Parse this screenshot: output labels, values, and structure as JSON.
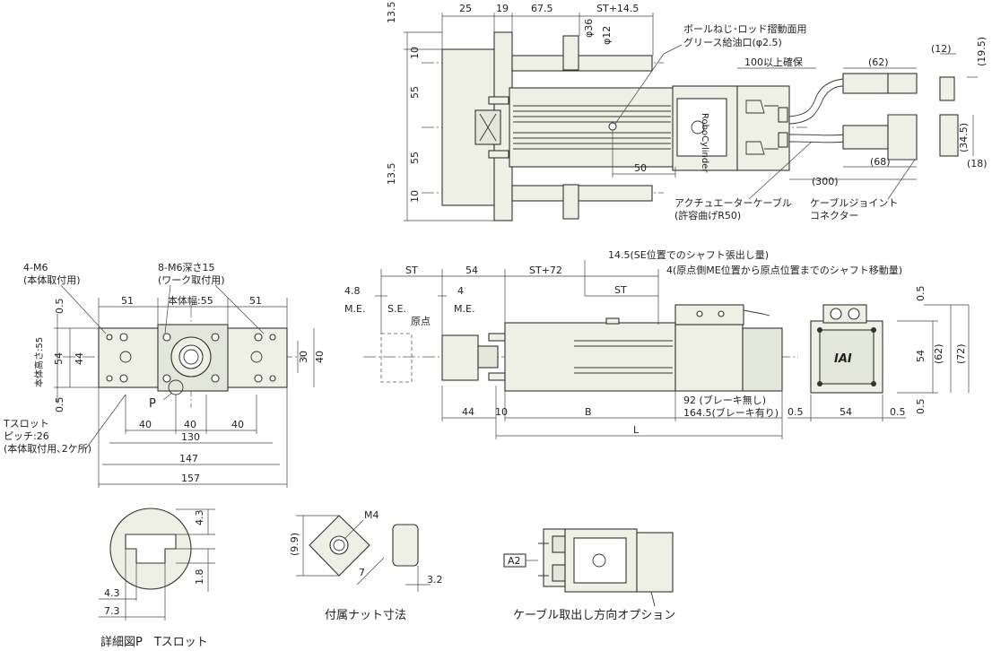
{
  "top_view": {
    "dims": [
      "13.5",
      "25",
      "19",
      "67.5",
      "ST+14.5",
      "φ36",
      "φ12",
      "10",
      "55",
      "55",
      "13.5",
      "10",
      "50",
      "100以上確保",
      "(62)",
      "(12)",
      "(19.5)",
      "(34.5)",
      "(68)",
      "(18)",
      "(300)"
    ],
    "notes": {
      "grease_line1": "ボールねじ･ロッド摺動面用",
      "grease_line2": "グリース給油口(φ2.5)",
      "cable_line1": "アクチュエーターケーブル",
      "cable_line2": "(許容曲げR50)",
      "joint_line1": "ケーブルジョイント",
      "joint_line2": "コネクター"
    }
  },
  "left_view": {
    "dims": [
      "0.5",
      "54",
      "44",
      "0.5",
      "51",
      "本体幅:55",
      "51",
      "30",
      "40",
      "40",
      "40",
      "40",
      "130",
      "147",
      "157"
    ],
    "notes": {
      "m6_line1": "4-M6",
      "m6_line2": "(本体取付用)",
      "m6deep_line1": "8-M6深さ15",
      "m6deep_line2": "(ワーク取付用)",
      "height": "本体高さ:55",
      "p_label": "P",
      "tslot_line1": "Tスロット",
      "tslot_line2": "ピッチ:26",
      "tslot_line3": "(本体取付用､2ケ所)"
    }
  },
  "front_view": {
    "dims": [
      "ST",
      "54",
      "ST+72",
      "4.8",
      "4",
      "ST",
      "44",
      "10",
      "B",
      "L"
    ],
    "labels": [
      "M.E.",
      "S.E.",
      "原点",
      "M.E."
    ],
    "notes": {
      "se_note": "14.5(SE位置でのシャフト張出し量)",
      "me_note": "4(原点側ME位置から原点位置までのシャフト移動量)",
      "brake_none": "92 (ブレーキ無し)",
      "brake_with": "164.5(ブレーキ有り)"
    }
  },
  "end_view": {
    "dims": [
      "0.5",
      "54",
      "(62)",
      "(72)",
      "0.5",
      "0.5",
      "54",
      "0.5"
    ],
    "logo": "IAI"
  },
  "detail_p": {
    "dims": [
      "4.3",
      "1.8",
      "4.3",
      "7.3"
    ],
    "caption": "詳細図P　Tスロット"
  },
  "nut": {
    "dims": [
      "M4",
      "(9.9)",
      "7",
      "3.2"
    ],
    "caption": "付属ナット寸法"
  },
  "cable_option": {
    "tag": "A2",
    "caption": "ケーブル取出し方向オプション"
  }
}
